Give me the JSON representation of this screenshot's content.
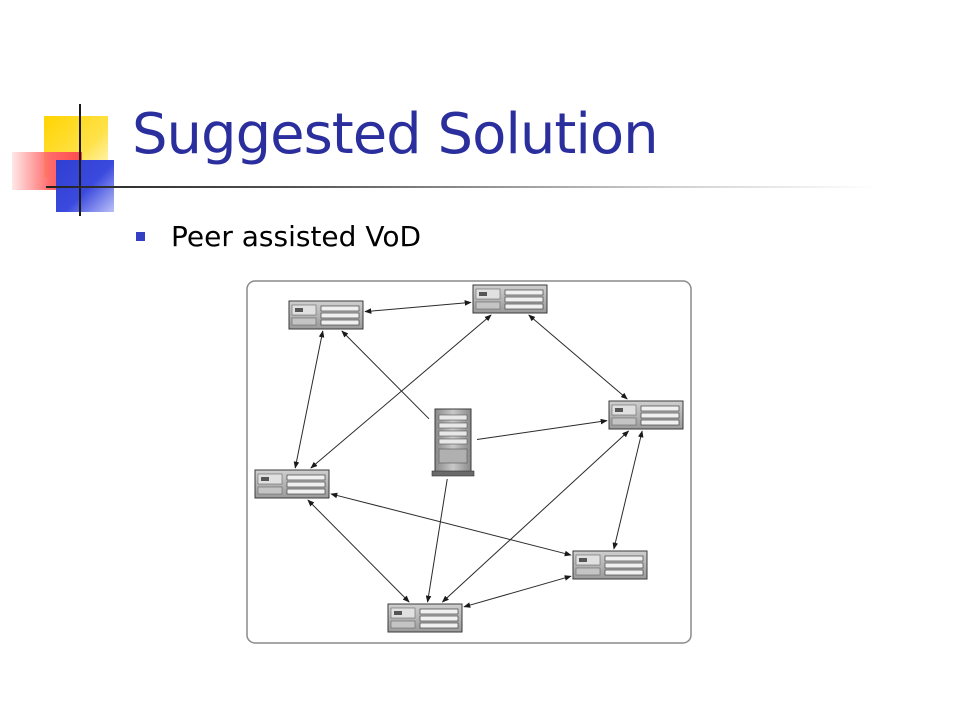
{
  "slide": {
    "title": "Suggested Solution",
    "bullets": [
      "Peer assisted VoD"
    ]
  },
  "colors": {
    "title": "#2b2f9e",
    "bullet": "#3340c4",
    "decoration_yellow": "#ffd400",
    "decoration_red": "#ff5a5a",
    "decoration_blue": "#2f3fd0"
  },
  "diagram": {
    "nodes": [
      {
        "id": "server",
        "kind": "server-tower"
      },
      {
        "id": "peer-1",
        "kind": "peer-pc"
      },
      {
        "id": "peer-2",
        "kind": "peer-pc"
      },
      {
        "id": "peer-3",
        "kind": "peer-pc"
      },
      {
        "id": "peer-4",
        "kind": "peer-pc"
      },
      {
        "id": "peer-5",
        "kind": "peer-pc"
      },
      {
        "id": "peer-6",
        "kind": "peer-pc"
      },
      {
        "id": "peer-7",
        "kind": "peer-pc"
      }
    ],
    "links": [
      {
        "from": "peer-1",
        "to": "peer-2",
        "direction": "both"
      },
      {
        "from": "peer-2",
        "to": "peer-3",
        "direction": "both"
      },
      {
        "from": "peer-1",
        "to": "peer-4",
        "direction": "both"
      },
      {
        "from": "peer-2",
        "to": "peer-4",
        "direction": "both"
      },
      {
        "from": "peer-4",
        "to": "peer-5",
        "direction": "both"
      },
      {
        "from": "peer-4",
        "to": "peer-6",
        "direction": "both"
      },
      {
        "from": "peer-3",
        "to": "peer-5",
        "direction": "both"
      },
      {
        "from": "peer-3",
        "to": "peer-6",
        "direction": "both"
      },
      {
        "from": "peer-5",
        "to": "peer-6",
        "direction": "both"
      },
      {
        "from": "server",
        "to": "peer-1",
        "direction": "forward"
      },
      {
        "from": "server",
        "to": "peer-3",
        "direction": "forward"
      },
      {
        "from": "server",
        "to": "peer-6",
        "direction": "forward"
      }
    ]
  }
}
